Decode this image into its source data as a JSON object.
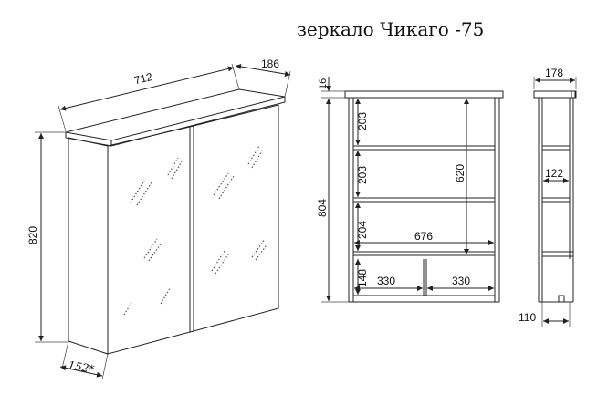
{
  "title": "зеркало Чикаго -75",
  "iso_view": {
    "width": "712",
    "depth": "186",
    "height": "820",
    "bottom_depth": "152*"
  },
  "front_view": {
    "top_panel": "16",
    "shelf_1": "203",
    "shelf_2": "203",
    "shelf_3": "204",
    "drawer_height": "148",
    "total_height": "804",
    "inner_height": "620",
    "inner_width": "676",
    "drawer_left": "330",
    "drawer_right": "330"
  },
  "side_view": {
    "depth_total": "178",
    "shelf_depth": "122",
    "bottom_depth": "110"
  }
}
